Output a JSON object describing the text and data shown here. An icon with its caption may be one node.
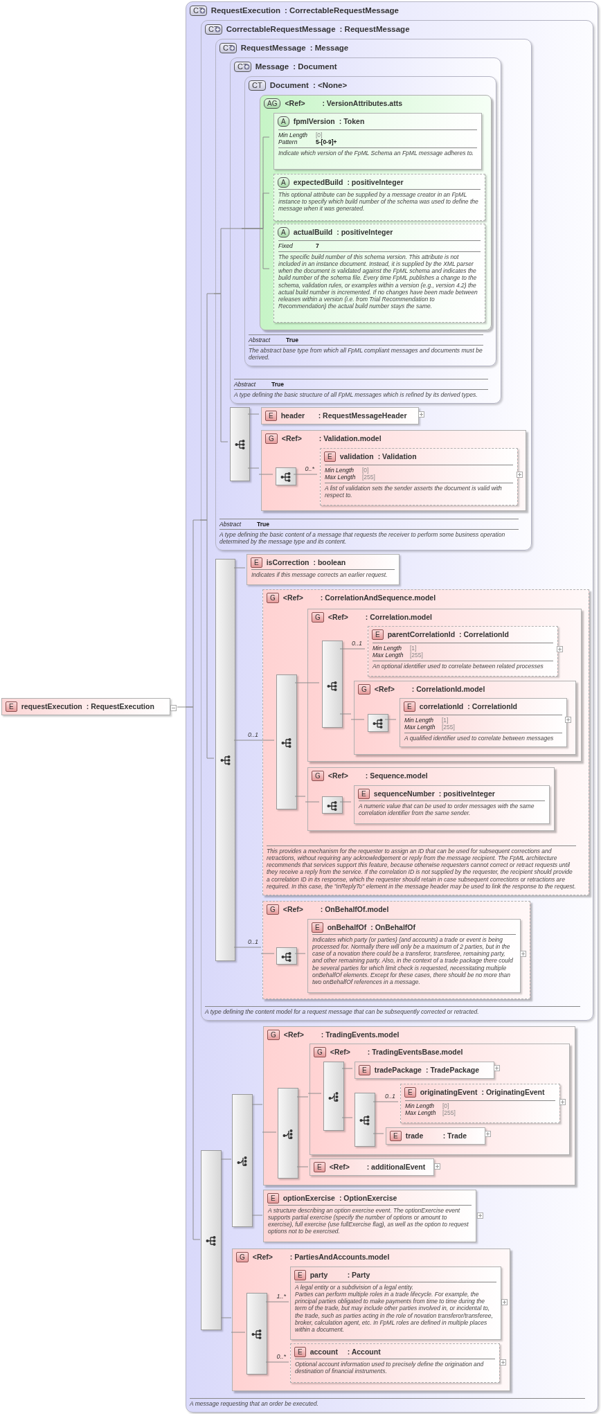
{
  "diagram": {
    "nodes": [
      {
        "text": [
          "E",
          "requestExecution",
          ": RequestExecution"
        ]
      },
      {
        "text": [
          "CT",
          "RequestExecution",
          ": CorrectableRequestMessage",
          "A message requesting that an order be executed."
        ]
      },
      {
        "text": [
          "CT",
          "CorrectableRequestMessage",
          ": RequestMessage",
          "A type defining the content model for a request message that can be subsequently corrected or retracted."
        ],
        "in": 1
      },
      {
        "text": [
          "CT",
          "RequestMessage",
          ": Message",
          "Abstract",
          "True",
          "A type defining the basic content of a message that requests the receiver to perform some business operation determined by the message type and its content."
        ],
        "in": 2
      },
      {
        "text": [
          "CT",
          "Message",
          ": Document",
          "Abstract",
          "True",
          "A type defining the basic structure of all FpML messages which is refined by its derived types."
        ],
        "in": 3
      },
      {
        "text": [
          "CT",
          "Document",
          ": <None>",
          "Abstract",
          "True",
          "The abstract base type from which all FpML compliant messages and documents must be derived."
        ],
        "in": 4
      },
      {
        "text": [
          "AG",
          "<Ref>",
          ": VersionAttributes.atts"
        ],
        "in": 5
      },
      {
        "text": [
          "A",
          "fpmlVersion",
          ": Token",
          "Min Length",
          "[0]",
          "Pattern",
          "5-[0-9]+",
          "Indicate which version of the FpML Schema an FpML message adheres to."
        ],
        "in": 6
      },
      {
        "text": [
          "A",
          "expectedBuild",
          ": positiveInteger",
          "This optional attribute can be supplied by a message creator in an FpML instance to specify which build number of the schema was used to define the message when it was generated."
        ],
        "in": 6
      },
      {
        "text": [
          "A",
          "actualBuild",
          ": positiveInteger",
          "Fixed",
          "7",
          "The specific build number of this schema version. This attribute is not included in an instance document. Instead, it is supplied by the XML parser when the document is validated against the FpML schema and indicates the build number of the schema file. Every time FpML publishes a change to the schema, validation rules, or examples within a version (e.g., version 4.2) the actual build number is incremented. If no changes have been made between releases within a version (i.e. from Trial Recommendation to Recommendation) the actual build number stays the same."
        ],
        "in": 6
      },
      {
        "text": [],
        "shape": "bar",
        "in": 3
      },
      {
        "text": [
          "E",
          "header",
          ": RequestMessageHeader"
        ],
        "in": 3
      },
      {
        "text": [
          "G",
          "<Ref>",
          ": Validation.model"
        ],
        "in": 3
      },
      {
        "text": [],
        "shape": "bar",
        "in": 12
      },
      {
        "text": [
          "E",
          "validation",
          ": Validation",
          "Min Length",
          "[0]",
          "Max Length",
          "[255]",
          "A list of validation sets the sender asserts the document is valid with respect to."
        ],
        "in": 12
      },
      {
        "text": [],
        "shape": "bar",
        "in": 2
      },
      {
        "text": [
          "E",
          "isCorrection",
          ": boolean",
          "Indicates if this message corrects an earlier request."
        ],
        "in": 2
      },
      {
        "text": [
          "G",
          "<Ref>",
          ": CorrelationAndSequence.model",
          "This provides a mechanism for the requester to assign an ID that can be used for subsequent corrections and retractions, without requiring any acknowledgement or reply from the message recipient. The FpML architecture recommends that services support this feature, because otherwise requesters cannot correct or retract requests until they receive a reply from the service. If the correlation ID is not supplied by the requester, the recipient should provide a correlation ID in its response, which the requester should retain in case subsequent corrections or retractions are required. In this case, the \"inReplyTo\" element in the message header may be used to link the response to the request."
        ],
        "in": 2
      },
      {
        "text": [],
        "shape": "bar",
        "in": 17
      },
      {
        "text": [
          "G",
          "<Ref>",
          ": Correlation.model"
        ],
        "in": 17
      },
      {
        "text": [],
        "shape": "bar",
        "in": 19
      },
      {
        "text": [
          "E",
          "parentCorrelationId",
          ": CorrelationId",
          "Min Length",
          "[1]",
          "Max Length",
          "[255]",
          "An optional identifier used to correlate between related processes"
        ],
        "in": 19
      },
      {
        "text": [
          "G",
          "<Ref>",
          ": CorrelationId.model"
        ],
        "in": 19
      },
      {
        "text": [],
        "shape": "bar",
        "in": 22
      },
      {
        "text": [
          "E",
          "correlationId",
          ": CorrelationId",
          "Min Length",
          "[1]",
          "Max Length",
          "[255]",
          "A qualified identifier used to correlate between messages"
        ],
        "in": 22
      },
      {
        "text": [
          "G",
          "<Ref>",
          ": Sequence.model"
        ],
        "in": 17
      },
      {
        "text": [],
        "shape": "bar",
        "in": 25
      },
      {
        "text": [
          "E",
          "sequenceNumber",
          ": positiveInteger",
          "A numeric value that can be used to order messages with the same correlation identifier from the same sender."
        ],
        "in": 25
      },
      {
        "text": [
          "G",
          "<Ref>",
          ": OnBehalfOf.model"
        ],
        "in": 2
      },
      {
        "text": [],
        "shape": "bar",
        "in": 28
      },
      {
        "text": [
          "E",
          "onBehalfOf",
          ": OnBehalfOf",
          "Indicates which party (or parties) (and accounts) a trade or event is being processed for. Normally there will only be a maximum of 2 parties, but in the case of a novation there could be a transferor, transferee, remaining party, and other remaining party. Also, in the context of a trade package there could be several parties for which limit check is requested, necessitating multiple onBehalfOf elements. Except for these cases, there should be no more than two onBehalfOf references in a message."
        ],
        "in": 28
      },
      {
        "text": [],
        "shape": "bar",
        "in": 1
      },
      {
        "text": [],
        "shape": "bar",
        "in": 1
      },
      {
        "text": [
          "G",
          "<Ref>",
          ": TradingEvents.model"
        ],
        "in": 1
      },
      {
        "text": [],
        "shape": "bar",
        "in": 33
      },
      {
        "text": [
          "G",
          "<Ref>",
          ": TradingEventsBase.model"
        ],
        "in": 33
      },
      {
        "text": [],
        "shape": "bar",
        "in": 35
      },
      {
        "text": [
          "E",
          "tradePackage",
          ": TradePackage"
        ],
        "in": 35
      },
      {
        "text": [],
        "shape": "bar",
        "in": 35
      },
      {
        "text": [
          "E",
          "originatingEvent",
          ": OriginatingEvent",
          "Min Length",
          "[0]",
          "Max Length",
          "[255]"
        ],
        "in": 35
      },
      {
        "text": [
          "E",
          "trade",
          ": Trade"
        ],
        "in": 35
      },
      {
        "text": [
          "E",
          "<Ref>",
          ": additionalEvent"
        ],
        "in": 33
      },
      {
        "text": [
          "E",
          "optionExercise",
          ": OptionExercise",
          "A structure describing an option exercise event. The optionExercise event supports partial exercise (specify the number of options or amount to exercise), full exercise (use fullExercise flag), as well as the option to request options not to be exercised."
        ],
        "in": 1
      },
      {
        "text": [
          "G",
          "<Ref>",
          ": PartiesAndAccounts.model"
        ],
        "in": 1
      },
      {
        "text": [],
        "shape": "bar",
        "in": 43
      },
      {
        "text": [
          "E",
          "party",
          ": Party",
          "A legal entity or a subdivision of a legal entity.",
          "Parties can perform multiple roles in a trade lifecycle. For example, the principal parties obligated to make payments from time to time during the term of the trade, but may include other parties involved in, or incidental to, the trade, such as parties acting in the role of novation transferor/transferee, broker, calculation agent, etc. In FpML roles are defined in multiple places within a document."
        ],
        "in": 43
      },
      {
        "text": [
          "E",
          "account",
          ": Account",
          "Optional account information used to precisely define the origination and destination of financial instruments."
        ],
        "in": 43
      }
    ],
    "edges": [
      {
        "from": 0,
        "to": 1,
        "arrow": "none"
      },
      {
        "from": 1,
        "to": 2,
        "arrow": "none"
      },
      {
        "from": 1,
        "to": 31,
        "arrow": "none"
      },
      {
        "from": 2,
        "to": 3,
        "arrow": "none"
      },
      {
        "from": 2,
        "to": 15,
        "arrow": "none"
      },
      {
        "from": 3,
        "to": 4,
        "arrow": "none"
      },
      {
        "from": 3,
        "to": 10,
        "arrow": "none"
      },
      {
        "from": 4,
        "to": 5,
        "arrow": "none"
      },
      {
        "from": 5,
        "to": 7,
        "arrow": "none"
      },
      {
        "from": 5,
        "to": 8,
        "arrow": "none"
      },
      {
        "from": 5,
        "to": 9,
        "arrow": "none"
      },
      {
        "from": 10,
        "to": 11,
        "arrow": "none"
      },
      {
        "from": 10,
        "to": 12,
        "arrow": "none"
      },
      {
        "from": 12,
        "to": 13,
        "arrow": "none"
      },
      {
        "from": 13,
        "to": 14,
        "arrow": "none",
        "label": "0..*"
      },
      {
        "from": 15,
        "to": 16,
        "arrow": "none"
      },
      {
        "from": 15,
        "to": 17,
        "arrow": "none",
        "label": "0..1"
      },
      {
        "from": 15,
        "to": 28,
        "arrow": "none",
        "label": "0..1"
      },
      {
        "from": 17,
        "to": 18,
        "arrow": "none"
      },
      {
        "from": 18,
        "to": 19,
        "arrow": "none"
      },
      {
        "from": 18,
        "to": 25,
        "arrow": "none"
      },
      {
        "from": 19,
        "to": 20,
        "arrow": "none"
      },
      {
        "from": 20,
        "to": 21,
        "arrow": "none",
        "label": "0..1"
      },
      {
        "from": 20,
        "to": 22,
        "arrow": "none"
      },
      {
        "from": 22,
        "to": 23,
        "arrow": "none"
      },
      {
        "from": 23,
        "to": 24,
        "arrow": "none"
      },
      {
        "from": 25,
        "to": 26,
        "arrow": "none"
      },
      {
        "from": 26,
        "to": 27,
        "arrow": "none"
      },
      {
        "from": 28,
        "to": 29,
        "arrow": "none"
      },
      {
        "from": 29,
        "to": 30,
        "arrow": "none"
      },
      {
        "from": 31,
        "to": 32,
        "arrow": "none"
      },
      {
        "from": 31,
        "to": 43,
        "arrow": "none"
      },
      {
        "from": 32,
        "to": 33,
        "arrow": "none"
      },
      {
        "from": 32,
        "to": 42,
        "arrow": "none"
      },
      {
        "from": 33,
        "to": 34,
        "arrow": "none"
      },
      {
        "from": 34,
        "to": 35,
        "arrow": "none"
      },
      {
        "from": 34,
        "to": 41,
        "arrow": "none"
      },
      {
        "from": 35,
        "to": 36,
        "arrow": "none"
      },
      {
        "from": 36,
        "to": 37,
        "arrow": "none"
      },
      {
        "from": 36,
        "to": 38,
        "arrow": "none"
      },
      {
        "from": 38,
        "to": 39,
        "arrow": "none",
        "label": "0..1"
      },
      {
        "from": 38,
        "to": 40,
        "arrow": "none"
      },
      {
        "from": 43,
        "to": 44,
        "arrow": "none"
      },
      {
        "from": 44,
        "to": 45,
        "arrow": "none",
        "label": "1..*"
      },
      {
        "from": 44,
        "to": 46,
        "arrow": "none",
        "label": "0..*"
      }
    ]
  }
}
